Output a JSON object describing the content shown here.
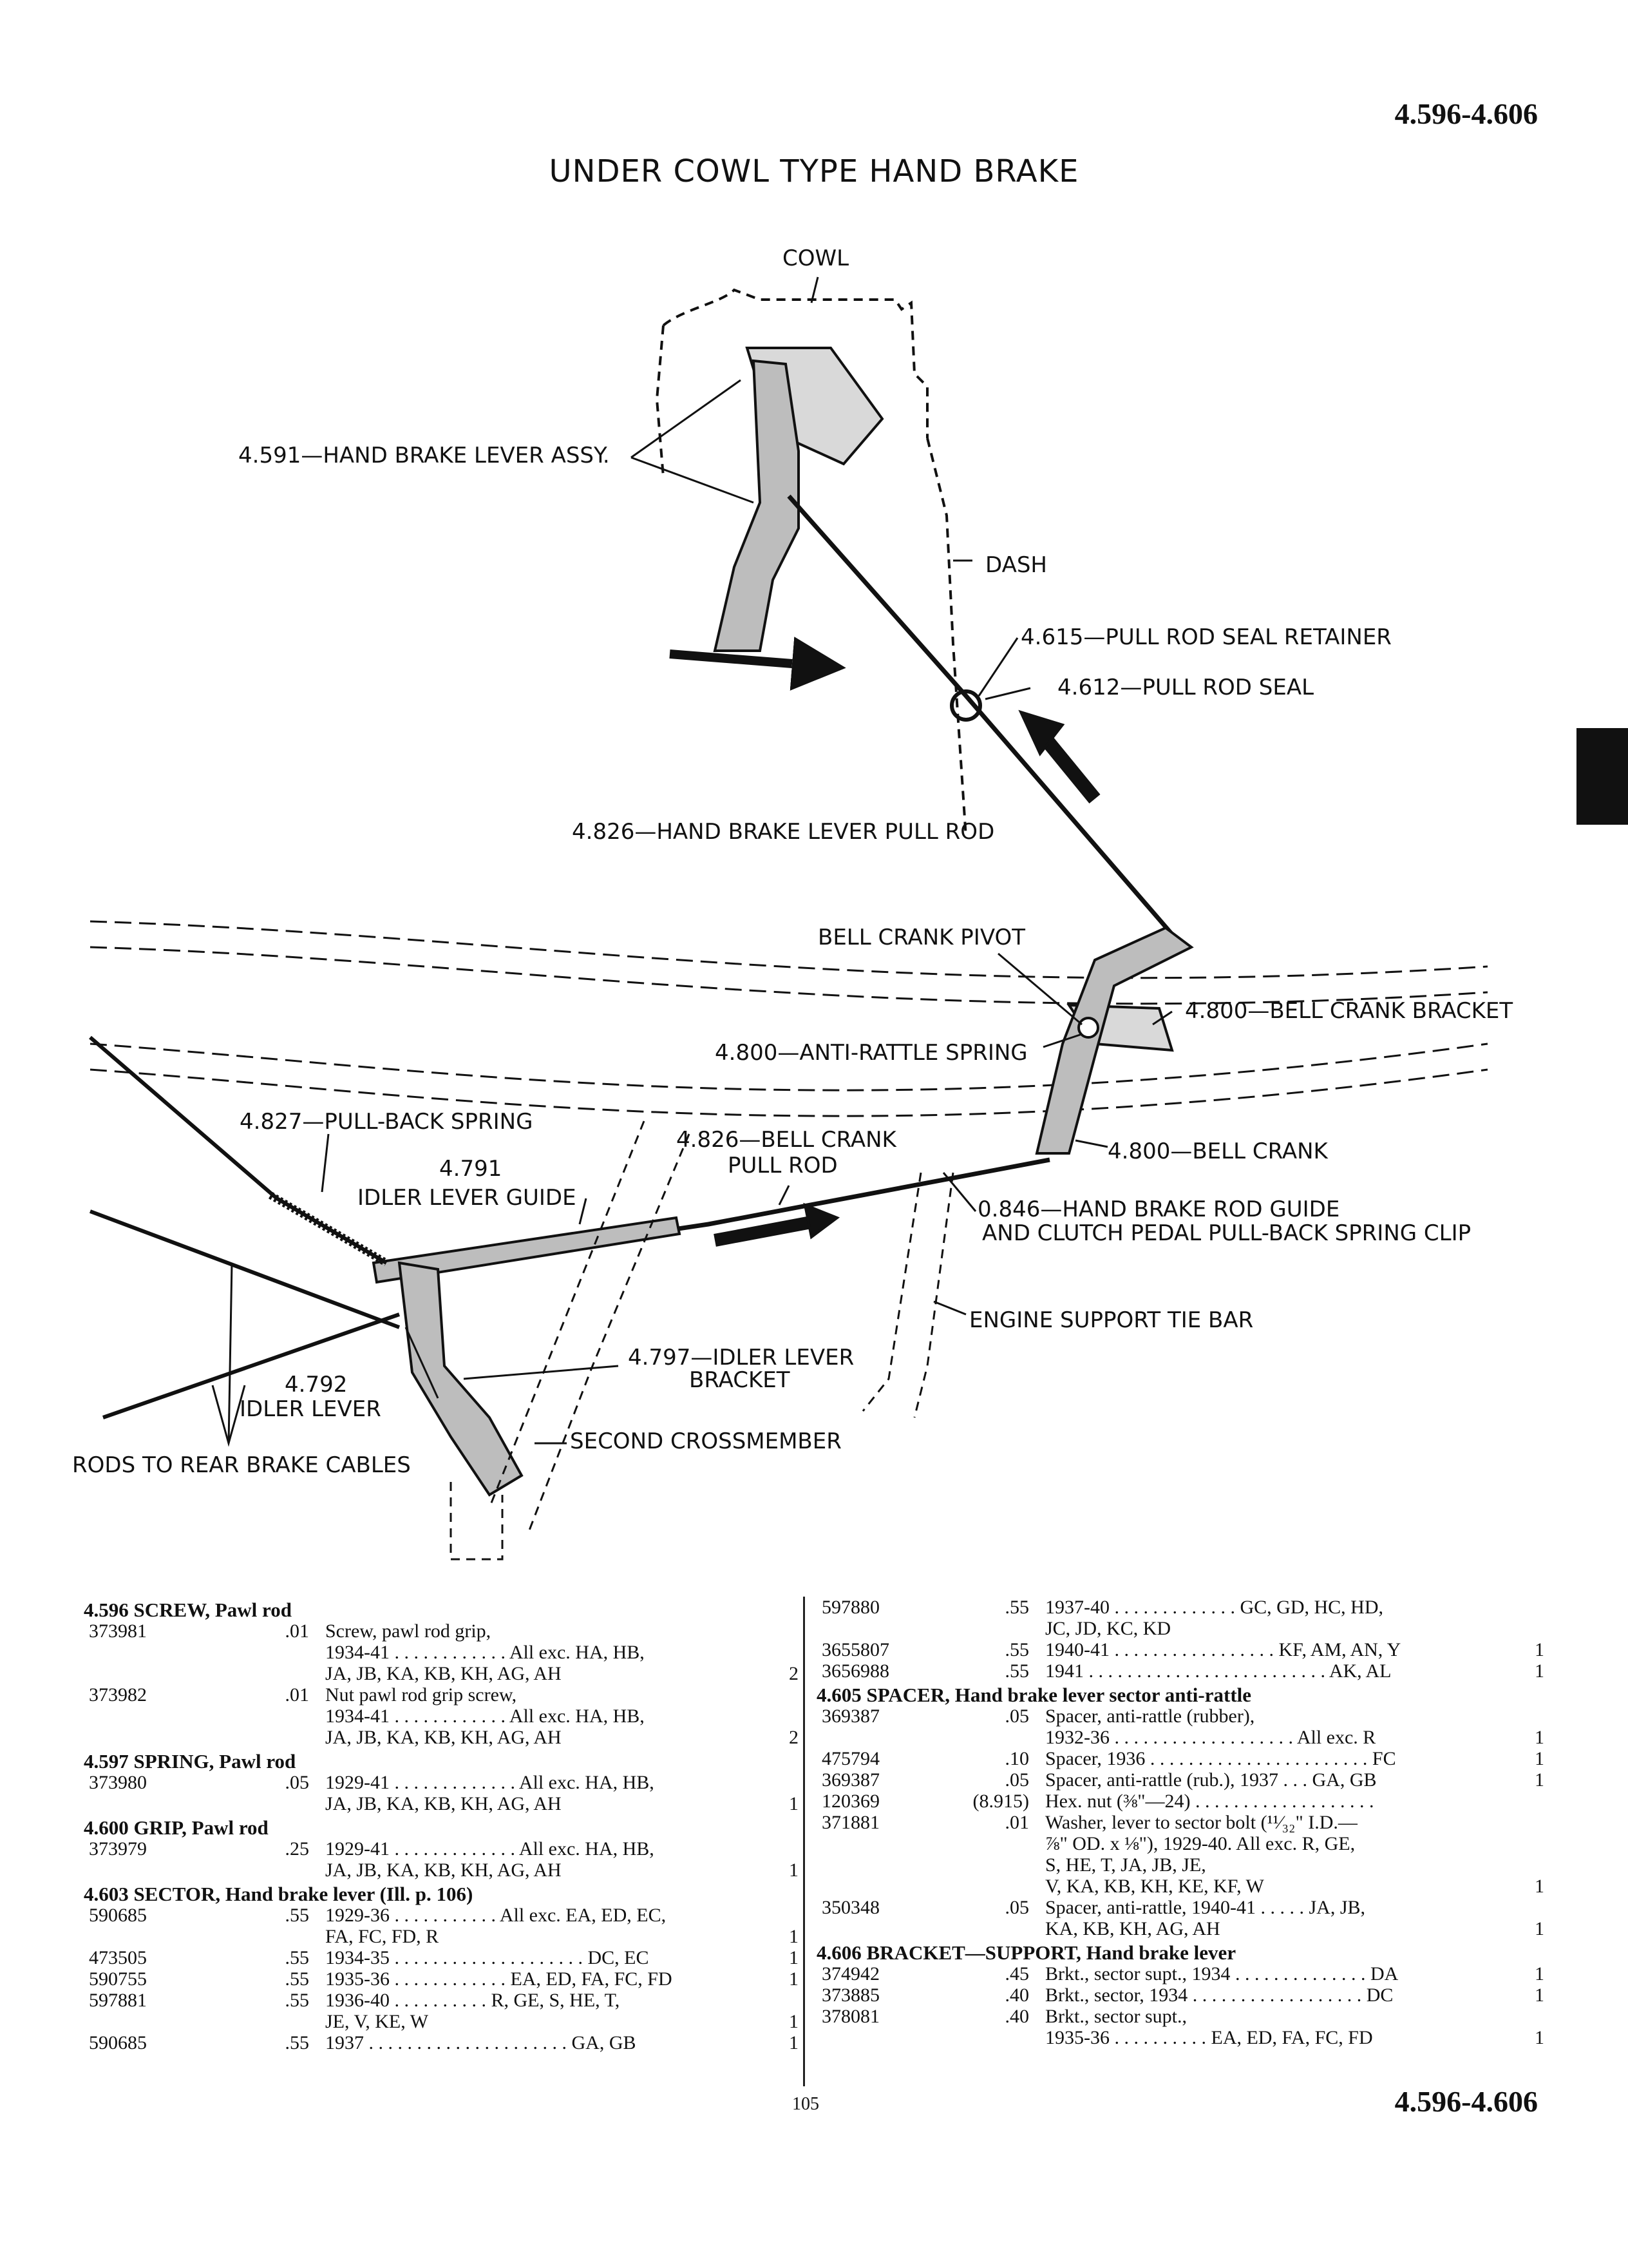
{
  "header": {
    "page_range": "4.596-4.606",
    "title": "UNDER COWL TYPE HAND BRAKE"
  },
  "diagram": {
    "labels": {
      "cowl": "COWL",
      "lever_assy": "4.591—HAND BRAKE LEVER ASSY.",
      "dash": "DASH",
      "seal_retainer": "4.615—PULL ROD SEAL RETAINER",
      "seal": "4.612—PULL ROD SEAL",
      "pull_rod": "4.826—HAND BRAKE LEVER PULL ROD",
      "bell_crank_pivot": "BELL CRANK PIVOT",
      "bell_crank_bracket": "4.800—BELL CRANK BRACKET",
      "anti_rattle_spring": "4.800—ANTI-RATTLE SPRING",
      "pull_back_spring": "4.827—PULL-BACK SPRING",
      "bell_crank_pull_rod_1": "4.826—BELL CRANK",
      "bell_crank_pull_rod_2": "PULL ROD",
      "bell_crank": "4.800—BELL CRANK",
      "idler_guide_1": "4.791",
      "idler_guide_2": "IDLER LEVER GUIDE",
      "rod_guide_1": "0.846—HAND BRAKE ROD GUIDE",
      "rod_guide_2": "AND CLUTCH PEDAL PULL-BACK SPRING CLIP",
      "engine_tie_bar": "ENGINE SUPPORT TIE BAR",
      "idler_bracket_1": "4.797—IDLER LEVER",
      "idler_bracket_2": "BRACKET",
      "idler_lever_1": "4.792",
      "idler_lever_2": "IDLER LEVER",
      "second_crossmember": "SECOND CROSSMEMBER",
      "rods_to_rear": "RODS TO REAR BRAKE CABLES"
    }
  },
  "left_column": [
    {
      "type": "head",
      "text": "4.596  SCREW, Pawl rod"
    },
    {
      "type": "row",
      "pn": "373981",
      "price": ".01",
      "desc": "Screw, pawl rod grip,",
      "qty": ""
    },
    {
      "type": "row",
      "pn": "",
      "price": "",
      "desc": "    1934-41 . . . . . . . . . . . . All exc. HA, HB,",
      "qty": ""
    },
    {
      "type": "row",
      "pn": "",
      "price": "",
      "desc": "                   JA, JB, KA, KB, KH, AG, AH",
      "qty": "2"
    },
    {
      "type": "row",
      "pn": "373982",
      "price": ".01",
      "desc": "Nut pawl rod grip screw,",
      "qty": ""
    },
    {
      "type": "row",
      "pn": "",
      "price": "",
      "desc": "    1934-41 . . . . . . . . . . . . All exc. HA, HB,",
      "qty": ""
    },
    {
      "type": "row",
      "pn": "",
      "price": "",
      "desc": "                   JA, JB, KA, KB, KH, AG, AH",
      "qty": "2"
    },
    {
      "type": "head",
      "text": "4.597  SPRING, Pawl rod"
    },
    {
      "type": "row",
      "pn": "373980",
      "price": ".05",
      "desc": "1929-41 . . . . . . . . . . . . . All exc. HA, HB,",
      "qty": ""
    },
    {
      "type": "row",
      "pn": "",
      "price": "",
      "desc": "                   JA, JB, KA, KB, KH, AG, AH",
      "qty": "1"
    },
    {
      "type": "head",
      "text": "4.600  GRIP, Pawl rod"
    },
    {
      "type": "row",
      "pn": "373979",
      "price": ".25",
      "desc": "1929-41 . . . . . . . . . . . . . All exc. HA, HB,",
      "qty": ""
    },
    {
      "type": "row",
      "pn": "",
      "price": "",
      "desc": "                   JA, JB, KA, KB, KH, AG, AH",
      "qty": "1"
    },
    {
      "type": "head",
      "text": "4.603  SECTOR, Hand brake lever (Ill. p. 106)"
    },
    {
      "type": "row",
      "pn": "590685",
      "price": ".55",
      "desc": "1929-36 . . . . . . . . . . . All exc. EA, ED, EC,",
      "qty": ""
    },
    {
      "type": "row",
      "pn": "",
      "price": "",
      "desc": "                                    FA, FC, FD, R",
      "qty": "1"
    },
    {
      "type": "row",
      "pn": "473505",
      "price": ".55",
      "desc": "1934-35 . . . . . . . . . . . . . . . . . . . . DC, EC",
      "qty": "1"
    },
    {
      "type": "row",
      "pn": "590755",
      "price": ".55",
      "desc": "1935-36 . . . . . . . . . . . . EA, ED, FA, FC, FD",
      "qty": "1"
    },
    {
      "type": "row",
      "pn": "597881",
      "price": ".55",
      "desc": "1936-40 . . . . . . . . . . R, GE, S, HE, T,",
      "qty": ""
    },
    {
      "type": "row",
      "pn": "",
      "price": "",
      "desc": "                                    JE, V, KE, W",
      "qty": "1"
    },
    {
      "type": "row",
      "pn": "590685",
      "price": ".55",
      "desc": "1937 . . . . . . . . . . . . . . . . . . . . . GA, GB",
      "qty": "1"
    }
  ],
  "right_column": [
    {
      "type": "row",
      "pn": "597880",
      "price": ".55",
      "desc": "1937-40 . . . . . . . . . . . . . GC, GD, HC, HD,",
      "qty": ""
    },
    {
      "type": "row",
      "pn": "",
      "price": "",
      "desc": "                                    JC, JD, KC, KD",
      "qty": ""
    },
    {
      "type": "row",
      "pn": "3655807",
      "price": ".55",
      "desc": "1940-41 . . . . . . . . . . . . . . . . . KF, AM, AN, Y",
      "qty": "1"
    },
    {
      "type": "row",
      "pn": "3656988",
      "price": ".55",
      "desc": "1941 . . . . . . . . . . . . . . . . . . . . . . . . . AK, AL",
      "qty": "1"
    },
    {
      "type": "head",
      "text": "4.605  SPACER, Hand brake lever sector anti-rattle"
    },
    {
      "type": "row",
      "pn": "369387",
      "price": ".05",
      "desc": "Spacer, anti-rattle (rubber),",
      "qty": ""
    },
    {
      "type": "row",
      "pn": "",
      "price": "",
      "desc": "    1932-36 . . . . . . . . . . . . . . . . . . . All exc. R",
      "qty": "1"
    },
    {
      "type": "row",
      "pn": "475794",
      "price": ".10",
      "desc": "Spacer, 1936 . . . . . . . . . . . . . . . . . . . . . . . FC",
      "qty": "1"
    },
    {
      "type": "row",
      "pn": "369387",
      "price": ".05",
      "desc": "Spacer, anti-rattle (rub.), 1937 . . . GA, GB",
      "qty": "1"
    },
    {
      "type": "row",
      "pn": "120369",
      "price": "(8.915)",
      "desc": "Hex. nut (⅜\"—24) . . . . . . . . . . . . . . . . . . .",
      "qty": ""
    },
    {
      "type": "row",
      "pn": "371881",
      "price": ".01",
      "desc": "Washer, lever to sector bolt (¹¹⁄₃₂\" I.D.—",
      "qty": ""
    },
    {
      "type": "row",
      "pn": "",
      "price": "",
      "desc": "    ⅞\" OD. x ⅛\"), 1929-40. All exc. R, GE,",
      "qty": ""
    },
    {
      "type": "row",
      "pn": "",
      "price": "",
      "desc": "                           S, HE, T, JA, JB, JE,",
      "qty": ""
    },
    {
      "type": "row",
      "pn": "",
      "price": "",
      "desc": "                       V, KA, KB, KH, KE, KF, W",
      "qty": "1"
    },
    {
      "type": "row",
      "pn": "350348",
      "price": ".05",
      "desc": "Spacer, anti-rattle, 1940-41 . . . . . JA, JB,",
      "qty": ""
    },
    {
      "type": "row",
      "pn": "",
      "price": "",
      "desc": "                               KA, KB, KH, AG, AH",
      "qty": "1"
    },
    {
      "type": "head",
      "text": "4.606  BRACKET—SUPPORT, Hand brake lever"
    },
    {
      "type": "row",
      "pn": "374942",
      "price": ".45",
      "desc": "Brkt., sector supt., 1934 . . . . . . . . . . . . . . DA",
      "qty": "1"
    },
    {
      "type": "row",
      "pn": "373885",
      "price": ".40",
      "desc": "Brkt., sector, 1934 . . . . . . . . . . . . . . . . . . DC",
      "qty": "1"
    },
    {
      "type": "row",
      "pn": "378081",
      "price": ".40",
      "desc": "Brkt., sector supt.,",
      "qty": ""
    },
    {
      "type": "row",
      "pn": "",
      "price": "",
      "desc": "    1935-36 . . . . . . . . . . EA, ED, FA, FC, FD",
      "qty": "1"
    }
  ],
  "footer": {
    "page_number": "105",
    "page_range": "4.596-4.606"
  }
}
